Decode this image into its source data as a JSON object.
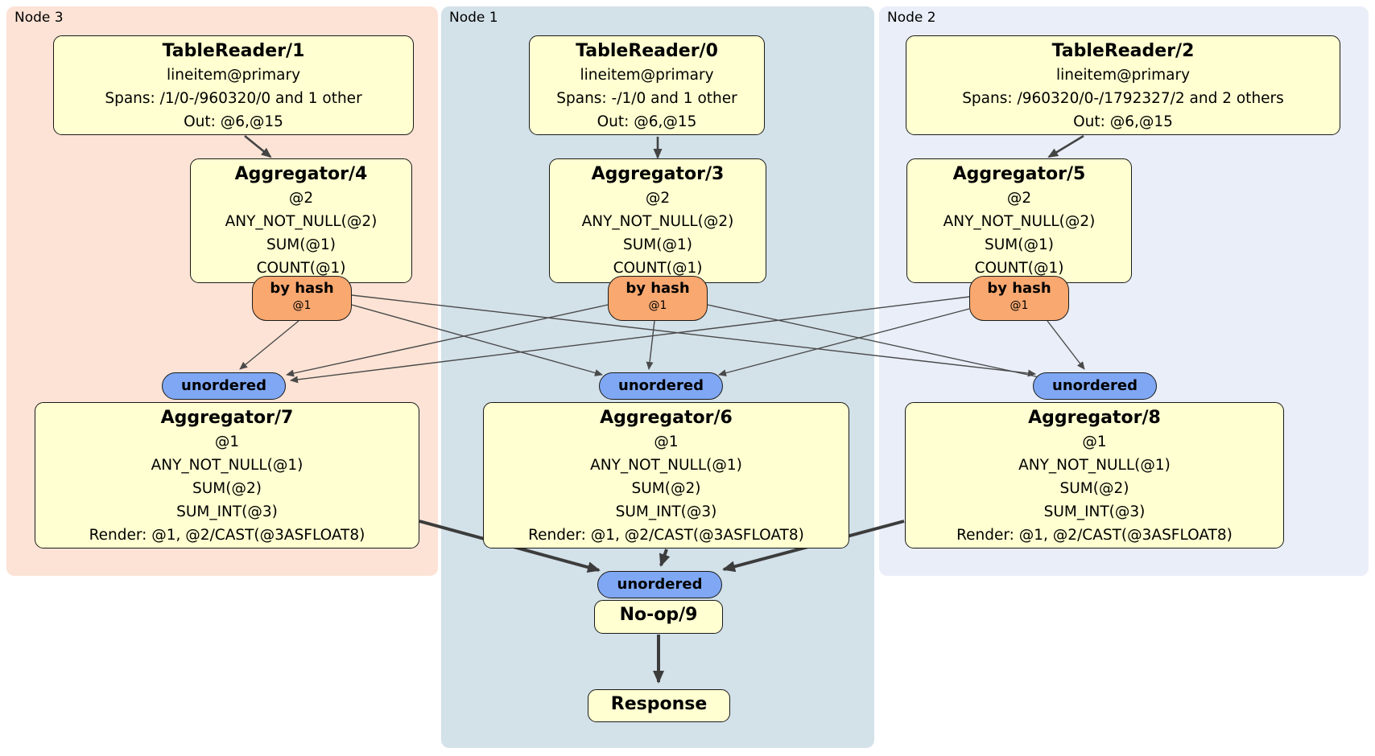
{
  "diagram": {
    "regions": {
      "node3": {
        "label": "Node 3"
      },
      "node1": {
        "label": "Node 1"
      },
      "node2": {
        "label": "Node 2"
      }
    },
    "processors": {
      "tr1": {
        "title": "TableReader/1",
        "lines": [
          "lineitem@primary",
          "Spans: /1/0-/960320/0 and 1 other",
          "Out: @6,@15"
        ]
      },
      "tr0": {
        "title": "TableReader/0",
        "lines": [
          "lineitem@primary",
          "Spans: -/1/0 and 1 other",
          "Out: @6,@15"
        ]
      },
      "tr2": {
        "title": "TableReader/2",
        "lines": [
          "lineitem@primary",
          "Spans: /960320/0-/1792327/2 and 2 others",
          "Out: @6,@15"
        ]
      },
      "agg4": {
        "title": "Aggregator/4",
        "lines": [
          "@2",
          "ANY_NOT_NULL(@2)",
          "SUM(@1)",
          "COUNT(@1)"
        ]
      },
      "agg3": {
        "title": "Aggregator/3",
        "lines": [
          "@2",
          "ANY_NOT_NULL(@2)",
          "SUM(@1)",
          "COUNT(@1)"
        ]
      },
      "agg5": {
        "title": "Aggregator/5",
        "lines": [
          "@2",
          "ANY_NOT_NULL(@2)",
          "SUM(@1)",
          "COUNT(@1)"
        ]
      },
      "agg7": {
        "title": "Aggregator/7",
        "lines": [
          "@1",
          "ANY_NOT_NULL(@1)",
          "SUM(@2)",
          "SUM_INT(@3)",
          "Render: @1, @2/CAST(@3ASFLOAT8)"
        ]
      },
      "agg6": {
        "title": "Aggregator/6",
        "lines": [
          "@1",
          "ANY_NOT_NULL(@1)",
          "SUM(@2)",
          "SUM_INT(@3)",
          "Render: @1, @2/CAST(@3ASFLOAT8)"
        ]
      },
      "agg8": {
        "title": "Aggregator/8",
        "lines": [
          "@1",
          "ANY_NOT_NULL(@1)",
          "SUM(@2)",
          "SUM_INT(@3)",
          "Render: @1, @2/CAST(@3ASFLOAT8)"
        ]
      },
      "noop": {
        "title": "No-op/9"
      },
      "response": {
        "title": "Response"
      }
    },
    "routers": {
      "label": "by hash",
      "detail": "@1"
    },
    "syncs": {
      "label": "unordered"
    },
    "colors": {
      "node3_bg": "#fce3d5",
      "node1_bg": "#d3e1e9",
      "node2_bg": "#e9eef8",
      "processor_bg": "#ffffd1",
      "router_bg": "#f9a870",
      "sync_bg": "#7fa7f3",
      "edge": "#4a4a4a"
    }
  }
}
